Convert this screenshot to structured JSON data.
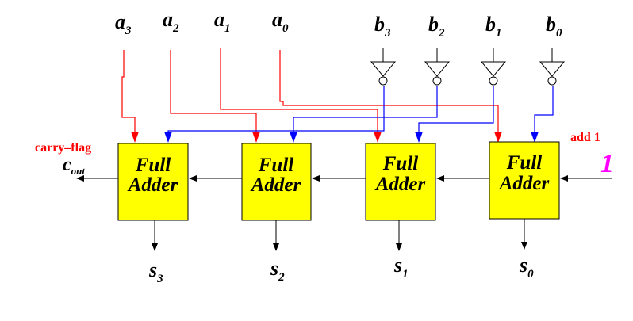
{
  "colors": {
    "adder_fill": "#ffff00",
    "a_wire": "#ff0000",
    "b_wire": "#0000ff",
    "carry_text": "#ff0000",
    "carry_in_one": "#ff00ff",
    "black": "#000000"
  },
  "inputs_a": [
    {
      "base": "a",
      "sub": "3"
    },
    {
      "base": "a",
      "sub": "2"
    },
    {
      "base": "a",
      "sub": "1"
    },
    {
      "base": "a",
      "sub": "0"
    }
  ],
  "inputs_b": [
    {
      "base": "b",
      "sub": "3"
    },
    {
      "base": "b",
      "sub": "2"
    },
    {
      "base": "b",
      "sub": "1"
    },
    {
      "base": "b",
      "sub": "0"
    }
  ],
  "adders": [
    {
      "line1": "Full",
      "line2": "Adder"
    },
    {
      "line1": "Full",
      "line2": "Adder"
    },
    {
      "line1": "Full",
      "line2": "Adder"
    },
    {
      "line1": "Full",
      "line2": "Adder"
    }
  ],
  "outputs_s": [
    {
      "base": "s",
      "sub": "3"
    },
    {
      "base": "s",
      "sub": "2"
    },
    {
      "base": "s",
      "sub": "1"
    },
    {
      "base": "s",
      "sub": "0"
    }
  ],
  "carry_flag": "carry–flag",
  "carry_out": {
    "base": "c",
    "sub": "out"
  },
  "add_one": "add 1",
  "carry_in_value": "1"
}
